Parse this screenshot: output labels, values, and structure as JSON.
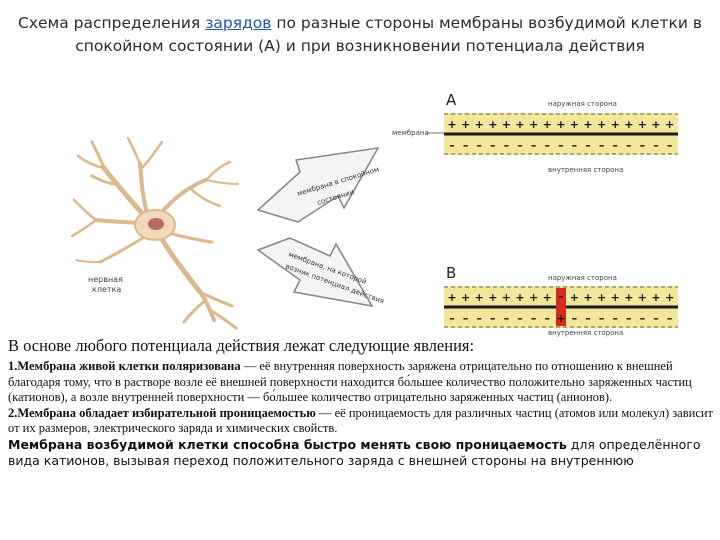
{
  "title": {
    "prefix": "Схема распределения ",
    "link": "зарядов",
    "suffix": " по разные стороны мембраны возбудимой клетки в спокойном состоянии (А) и при возникновении потенциала действия"
  },
  "figure": {
    "label_a": "А",
    "label_b": "В",
    "outer_side": "наружная сторона",
    "inner_side": "внутренняя сторона",
    "membrane": "мембрана",
    "arrow_top_1": "мембрана в спокойном",
    "arrow_top_2": "состоянии",
    "arrow_bottom_1": "мембрана, на которой",
    "arrow_bottom_2": "возник потенциал действия",
    "cell_1": "нервная",
    "cell_2": "клетка",
    "plus": "+",
    "minus": "–",
    "colors": {
      "band": "#f2e79a",
      "membrane": "#1a1a1a",
      "spike": "#d42a1f",
      "arrow": "#9a9a9a",
      "neuron": "#f3d9b8"
    }
  },
  "text": {
    "intro": "В основе любого потенциала действия лежат следующие явления:",
    "p1_bold": "1.Мембрана живой клетки поляризована",
    "p1_rest": " — её внутренняя поверхность заряжена отрицательно по отношению к внешней благодаря тому, что в растворе возле её внешней поверхности находится бо́льшее количество положительно заряженных частиц (катионов), а возле внутренней поверхности — бо́льшее количество отрицательно заряженных частиц (анионов).",
    "p2_bold": "2.Мембрана обладает избирательной проницаемостью",
    "p2_rest": " — её проницаемость для различных частиц (атомов или молекул) зависит от их размеров, электрического заряда и химических свойств.",
    "p3_bold": "Мембрана возбудимой клетки способна быстро менять свою проницаемость",
    "p3_rest": " для определённого вида катионов, вызывая переход положительного заряда с внешней стороны на внутреннюю"
  }
}
